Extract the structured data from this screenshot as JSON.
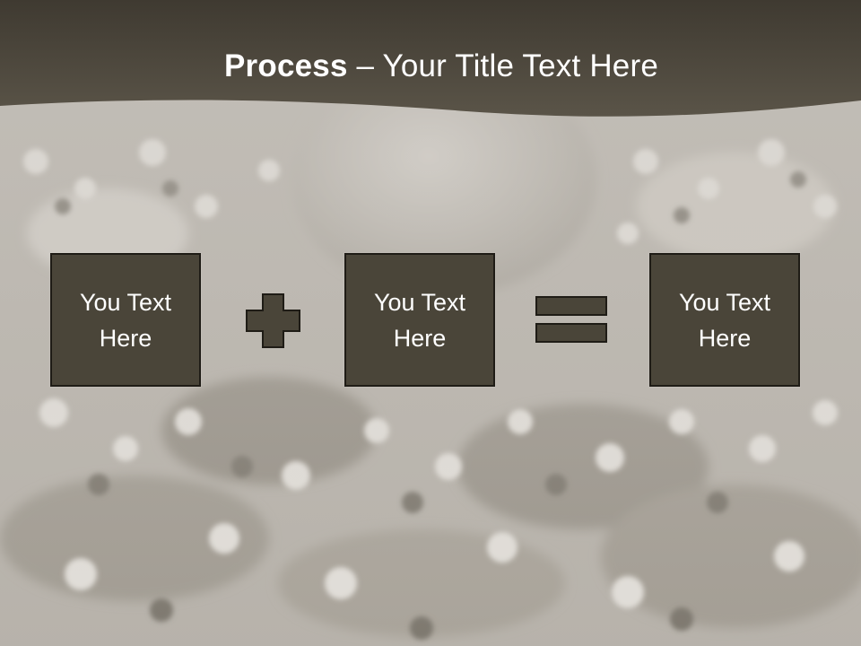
{
  "slide": {
    "title_bold": "Process",
    "title_rest": " – Your Title Text Here"
  },
  "process": {
    "boxes": [
      {
        "text": "You Text\nHere"
      },
      {
        "text": "You Text\nHere"
      },
      {
        "text": "You Text\nHere"
      }
    ],
    "operators": [
      "plus-icon",
      "equals-icon"
    ]
  },
  "colors": {
    "title_band": "#4e483d",
    "box_fill": "#4a4539",
    "box_border": "#1f1c16",
    "operator_fill": "#4a4539",
    "text": "#ffffff",
    "background": "#b9b4ad"
  }
}
